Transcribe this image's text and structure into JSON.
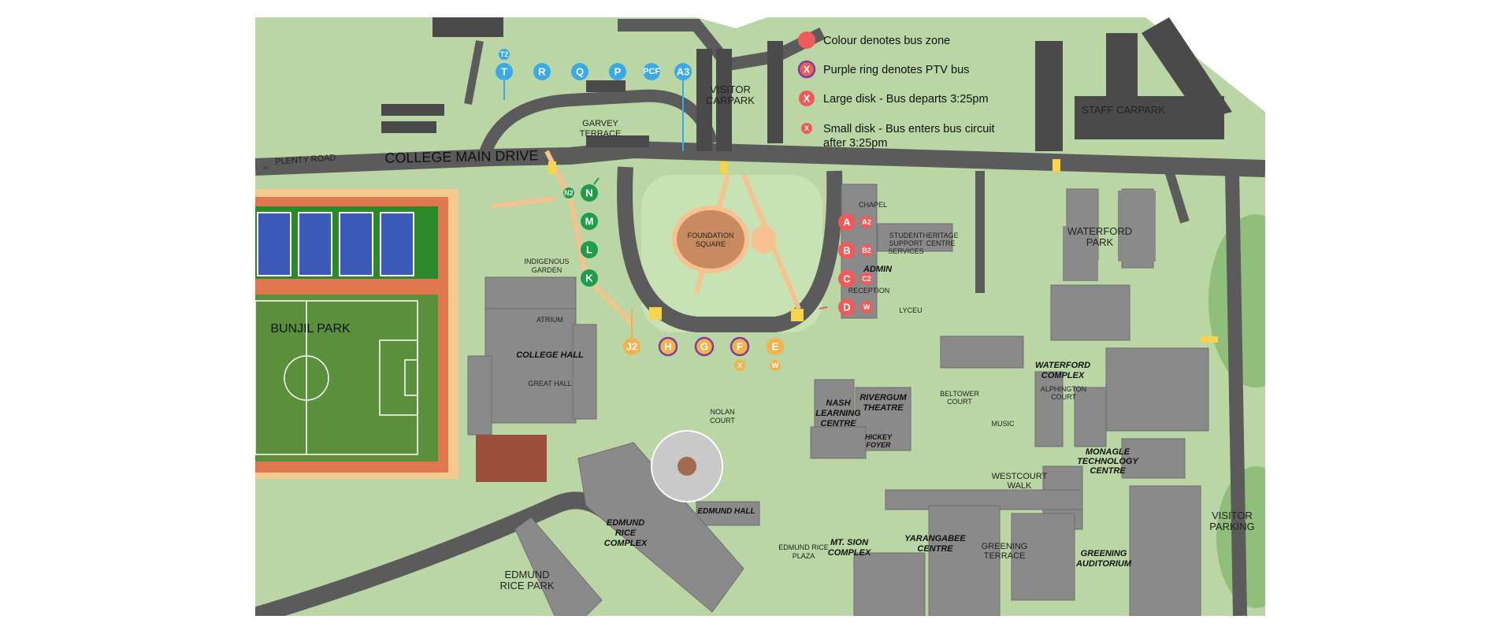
{
  "legend": {
    "items": [
      {
        "kind": "zone",
        "text": "Colour denotes bus zone",
        "color": "#f05a5a"
      },
      {
        "kind": "ptv",
        "text": "Purple ring denotes PTV bus",
        "color": "#f05a5a",
        "ring": "#7b3fa0",
        "glyph": "X"
      },
      {
        "kind": "large",
        "text": "Large disk - Bus departs 3:25pm",
        "color": "#f05a5a",
        "glyph": "X"
      },
      {
        "kind": "small",
        "text_lines": [
          "Small disk - Bus enters bus circuit",
          "after 3:25pm"
        ],
        "color": "#f05a5a",
        "glyph": "X"
      }
    ]
  },
  "labels": {
    "plenty_road": "PLENTY ROAD",
    "plenty_arrow": "←",
    "college_main_drive": "COLLEGE MAIN DRIVE",
    "visitor_carpark": [
      "VISITOR",
      "CARPARK"
    ],
    "garvey_terrace": [
      "GARVEY",
      "TERRACE"
    ],
    "staff_carpark": "STAFF CARPARK",
    "foundation_square": [
      "FOUNDATION",
      "SQUARE"
    ],
    "chapel": "CHAPEL",
    "student_support": [
      "STUDENT",
      "SUPPORT",
      "SERVICES"
    ],
    "heritage_centre": [
      "HERITAGE",
      "CENTRE"
    ],
    "admin": "ADMIN",
    "reception": "RECEPTION",
    "lyceu": "LYCEU",
    "waterford_park": [
      "WATERFORD",
      "PARK"
    ],
    "indigenous_garden": [
      "INDIGENOUS",
      "GARDEN"
    ],
    "bunjil_park": "BUNJIL PARK",
    "atrium": "ATRIUM",
    "college_hall": "COLLEGE HALL",
    "great_hall": "GREAT HALL",
    "nolan_court": [
      "NOLAN",
      "COURT"
    ],
    "nash_learning_centre": [
      "NASH",
      "LEARNING",
      "CENTRE"
    ],
    "rivergum_theatre": [
      "RIVERGUM",
      "THEATRE"
    ],
    "hickey_foyer": [
      "HICKEY",
      "FOYER"
    ],
    "beltower_court": [
      "BELTOWER",
      "COURT"
    ],
    "music": "MUSIC",
    "waterford_complex": [
      "WATERFORD",
      "COMPLEX"
    ],
    "alphington_court": [
      "ALPHINGTON",
      "COURT"
    ],
    "monagle_technology_centre": [
      "MONAGLE",
      "TECHNOLOGY",
      "CENTRE"
    ],
    "westcourt_walk": [
      "WESTCOURT",
      "WALK"
    ],
    "edmund_hall": "EDMUND HALL",
    "edmund_rice_complex": [
      "EDMUND",
      "RICE",
      "COMPLEX"
    ],
    "edmund_rice_plaza": [
      "EDMUND RICE",
      "PLAZA"
    ],
    "mt_sion_complex": [
      "MT. SION",
      "COMPLEX"
    ],
    "yarangabee_centre": [
      "YARANGABEE",
      "CENTRE"
    ],
    "greening_terrace": [
      "GREENING",
      "TERRACE"
    ],
    "greening_auditorium": [
      "GREENING",
      "AUDITORIUM"
    ],
    "visitor_parking": [
      "VISITOR",
      "PARKING"
    ],
    "edmund_rice_park": [
      "EDMUND",
      "RICE PARK"
    ]
  },
  "zone_colors": {
    "blue": "#3aa9e8",
    "green": "#1e9e4a",
    "red": "#f05a5a",
    "orange": "#f5b24c",
    "ptv_ring": "#7b3fa0"
  },
  "stops": {
    "blue_large": [
      "T",
      "R",
      "Q",
      "P",
      "PCF",
      "A3"
    ],
    "blue_small": "T2",
    "green_large": [
      "N",
      "M",
      "L",
      "K"
    ],
    "green_small": "N2",
    "red_large": [
      "A",
      "B",
      "C",
      "D"
    ],
    "red_small": [
      "A2",
      "B2",
      "C2",
      "W"
    ],
    "orange_large": [
      "J2",
      "H",
      "G",
      "F",
      "E"
    ],
    "orange_small": [
      "X",
      "W"
    ]
  }
}
